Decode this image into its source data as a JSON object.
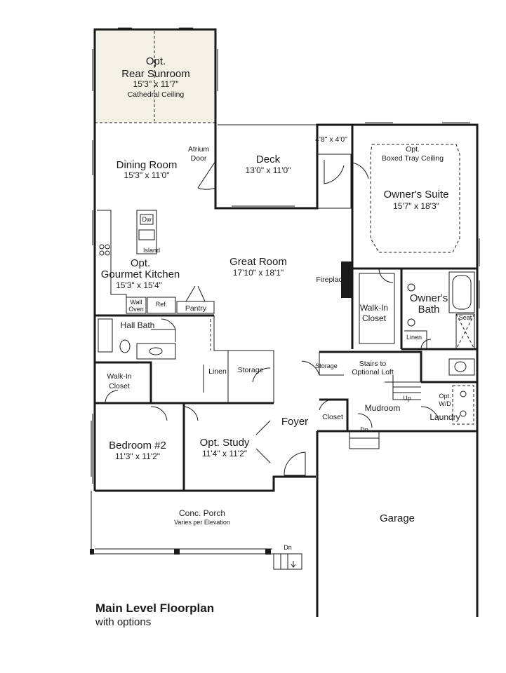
{
  "caption": {
    "title": "Main Level Floorplan",
    "subtitle": "with options"
  },
  "rooms": {
    "sunroom": {
      "opt": "Opt.",
      "name": "Rear Sunroom",
      "dim": "15'3\" x 11'7\"",
      "note": "Cathedral Ceiling"
    },
    "dining": {
      "name": "Dining Room",
      "dim": "15'3\" x 11'0\""
    },
    "atrium": {
      "line1": "Atrium",
      "line2": "Door"
    },
    "deck": {
      "name": "Deck",
      "dim": "13'0\" x 11'0\""
    },
    "deck_small": {
      "dim": "4'8\" x 4'0\""
    },
    "owners_suite": {
      "opt": "Opt.",
      "note": "Boxed Tray Ceiling",
      "name": "Owner's Suite",
      "dim": "15'7\" x 18'3\""
    },
    "kitchen": {
      "opt": "Opt.",
      "name": "Gourmet Kitchen",
      "dim": "15'3\" x 15'4\"",
      "dw": "Dw",
      "island": "Island",
      "wall_oven_1": "Wall",
      "wall_oven_2": "Oven",
      "ref": "Ref.",
      "pantry": "Pantry"
    },
    "great_room": {
      "name": "Great Room",
      "dim": "17'10\" x 18'1\""
    },
    "fireplace": {
      "label": "Fireplace"
    },
    "walkin_closet_owner": {
      "line1": "Walk-In",
      "line2": "Closet"
    },
    "owners_bath": {
      "line1": "Owner's",
      "line2": "Bath",
      "seat": "Seat",
      "linen": "Linen"
    },
    "hall_bath": {
      "name": "Hall Bath"
    },
    "storage_stair": {
      "storage": "Storage",
      "stairs1": "Stairs to",
      "stairs2": "Optional Loft",
      "up": "Up"
    },
    "walkin_closet_bed": {
      "line1": "Walk-In",
      "line2": "Closet"
    },
    "linen": {
      "label": "Linen"
    },
    "storage": {
      "label": "Storage"
    },
    "mudroom": {
      "name": "Mudroom",
      "closet": "Closet",
      "dn": "Dn"
    },
    "laundry": {
      "opt1": "Opt.",
      "opt2": "W/D",
      "name": "Laundry"
    },
    "foyer": {
      "name": "Foyer"
    },
    "bedroom2": {
      "name": "Bedroom #2",
      "dim": "11'3\" x 11'2\""
    },
    "study": {
      "name": "Opt. Study",
      "dim": "11'4\" x 11'2\""
    },
    "porch": {
      "name": "Conc. Porch",
      "note": "Varies per Elevation",
      "dn": "Dn"
    },
    "garage": {
      "name": "Garage"
    }
  }
}
